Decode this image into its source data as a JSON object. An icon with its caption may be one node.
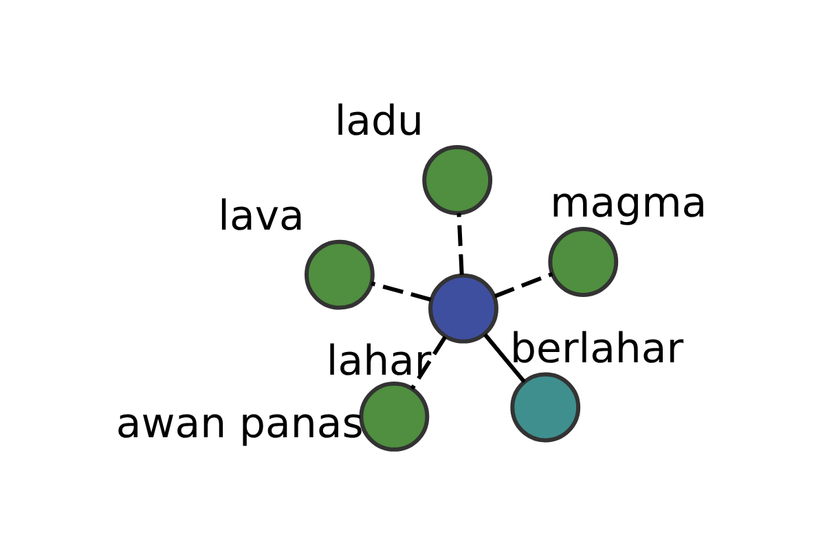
{
  "diagram": {
    "nodes": [
      {
        "text": [],
        "shape": "circle",
        "beside": [
          "lahar"
        ]
      },
      {
        "text": [],
        "shape": "circle",
        "beside": [
          "berlahar"
        ]
      },
      {
        "text": [],
        "shape": "circle",
        "beside": [
          "awan panas"
        ]
      },
      {
        "text": [],
        "shape": "circle",
        "beside": [
          "lava"
        ]
      },
      {
        "text": [],
        "shape": "circle",
        "beside": [
          "magma"
        ]
      },
      {
        "text": [],
        "shape": "circle",
        "beside": [
          "ladu"
        ]
      }
    ],
    "edges": [
      {
        "from": 0,
        "to": 1,
        "arrow": "none"
      },
      {
        "from": 0,
        "to": 2,
        "arrow": "none",
        "style": "dashed"
      },
      {
        "from": 0,
        "to": 3,
        "arrow": "none",
        "style": "dashed"
      },
      {
        "from": 0,
        "to": 4,
        "arrow": "none",
        "style": "dashed"
      },
      {
        "from": 0,
        "to": 5,
        "arrow": "none",
        "style": "dashed"
      }
    ]
  }
}
